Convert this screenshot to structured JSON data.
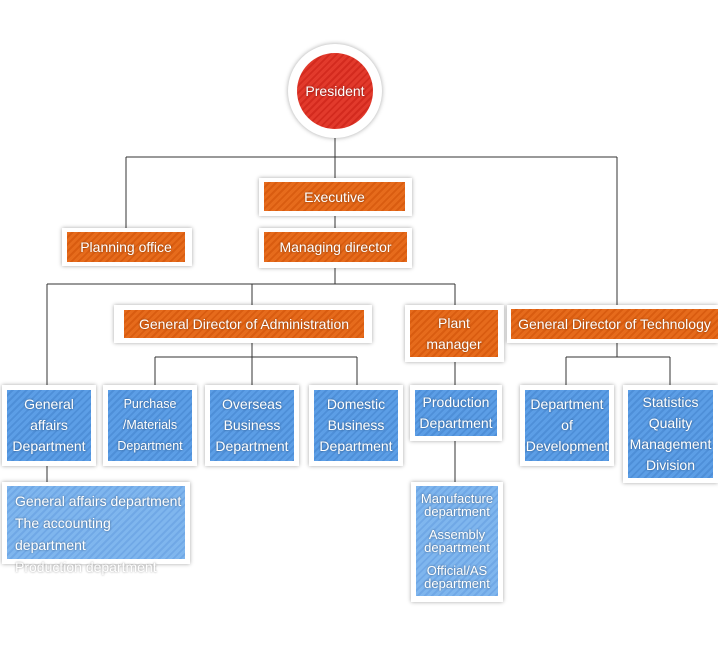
{
  "president": "President",
  "executive": "Executive",
  "planning_office": "Planning office",
  "managing_director": "Managing director",
  "gd_administration": "General Director of Administration",
  "plant_manager": [
    "Plant",
    "manager"
  ],
  "gd_technology": "General Director of Technology",
  "departments": {
    "general_affairs": [
      "General",
      "affairs",
      "Department"
    ],
    "purchase": [
      "Purchase",
      "/Materials",
      "Department"
    ],
    "overseas": [
      "Overseas",
      "Business",
      "Department"
    ],
    "domestic": [
      "Domestic",
      "Business",
      "Department"
    ],
    "production": [
      "Production",
      "Department"
    ],
    "development": [
      "Department",
      "of",
      "Development"
    ],
    "statistics": [
      "Statistics",
      "Quality",
      "Management",
      "Division"
    ]
  },
  "general_affairs_sub": [
    "General affairs department",
    "The accounting department",
    "Production department"
  ],
  "production_sub": [
    [
      "Manufacture",
      "department"
    ],
    [
      "Assembly",
      "department"
    ],
    [
      "Official/AS",
      "department"
    ]
  ],
  "colors": {
    "president": "#e23a2c",
    "director": "#e66b1c",
    "department": "#5c9ee6"
  }
}
